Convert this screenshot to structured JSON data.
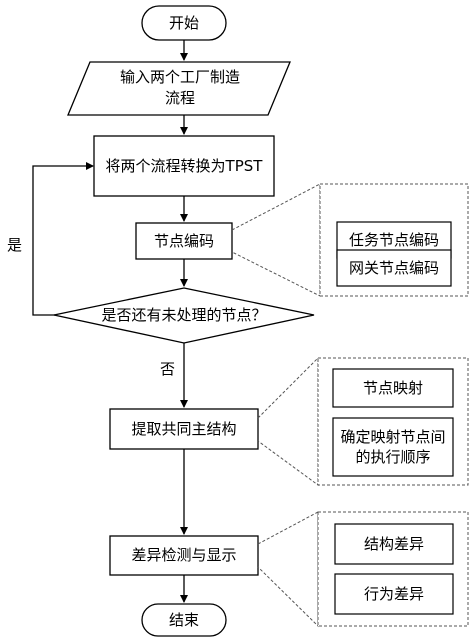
{
  "nodes": {
    "start": "开始",
    "input_line1": "输入两个工厂制造",
    "input_line2": "流程",
    "convert": "将两个流程转换为TPST",
    "encode": "节点编码",
    "decision": "是否还有未处理的节点？",
    "extract": "提取共同主结构",
    "detect": "差异检测与显示",
    "end": "结束"
  },
  "edges": {
    "yes": "是",
    "no": "否"
  },
  "annotations": {
    "encode_detail": [
      "任务节点编码",
      "网关节点编码"
    ],
    "extract_detail_1": "节点映射",
    "extract_detail_2_line1": "确定映射节点间",
    "extract_detail_2_line2": "的执行顺序",
    "detect_detail": [
      "结构差异",
      "行为差异"
    ]
  }
}
